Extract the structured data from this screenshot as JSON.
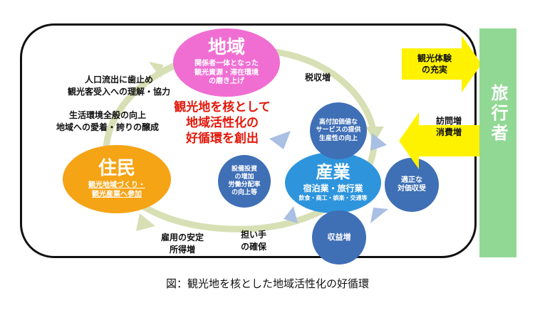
{
  "nodes": {
    "region": {
      "title": "地域",
      "sub": "関係者一体となった\n観光資源・滞在環境\nの磨き上げ"
    },
    "residents": {
      "title": "住民",
      "sub": "観光地域づくり・\n観光産業へ参加"
    },
    "industry": {
      "title": "産業",
      "sub": "宿泊業・旅行業",
      "sub2": "飲食・商工・娯楽・交通等"
    },
    "value_add": {
      "text": "高付加価値な\nサービスの提供\n生産性の向上"
    },
    "fair_price": {
      "text": "適正な\n対価収受"
    },
    "profit": {
      "text": "収益増"
    },
    "invest": {
      "text": "設備投資\nの増加\n労働分配率\nの向上等"
    }
  },
  "center_text": "観光地を核として\n地域活性化の\n好循環を創出",
  "labels": {
    "outflow": "人口流出に歯止め\n観光客受入への理解・協力",
    "living": "生活環境全般の向上\n地域への愛着・誇りの醸成",
    "tax": "税収増",
    "employment": "雇用の安定\n所得増",
    "workers": "担い手\nの確保"
  },
  "traveler": {
    "label": "旅行者",
    "arrow_out": "観光体験\nの充実",
    "arrow_in": "訪問増\n消費増"
  },
  "caption": "図：観光地を核とした地域活性化の好循環",
  "colors": {
    "region_pink": "#f06ed2",
    "residents_orange": "#f5a415",
    "industry_blue": "#2e95dd",
    "small_node_blue": "#3f6fb5",
    "center_red": "#e3170a",
    "traveler_green": "#92d895",
    "arrow_yellow": "#fff200",
    "cycle_arrow": "#d7dfb4",
    "small_arrow": "#a9bfe3"
  }
}
